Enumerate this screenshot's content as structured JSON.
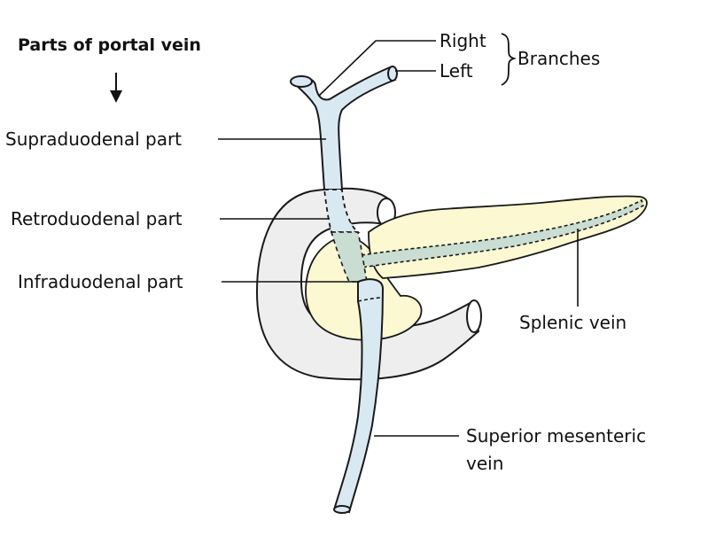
{
  "title": "Parts of portal vein",
  "labels": {
    "right": "Right",
    "left": "Left",
    "branches": "Branches",
    "supraduodenal": "Supraduodenal part",
    "retroduodenal": "Retroduodenal part",
    "infraduodenal": "Infraduodenal part",
    "splenic": "Splenic vein",
    "sup_mes_line1": "Superior mesenteric",
    "sup_mes_line2": "vein"
  },
  "colors": {
    "vein": "#d9e9f1",
    "vein_retro": "#c9ddd3",
    "pancreas": "#fbf8d2",
    "duodenum": "#eeeeee",
    "outline": "#1a1a1a"
  }
}
